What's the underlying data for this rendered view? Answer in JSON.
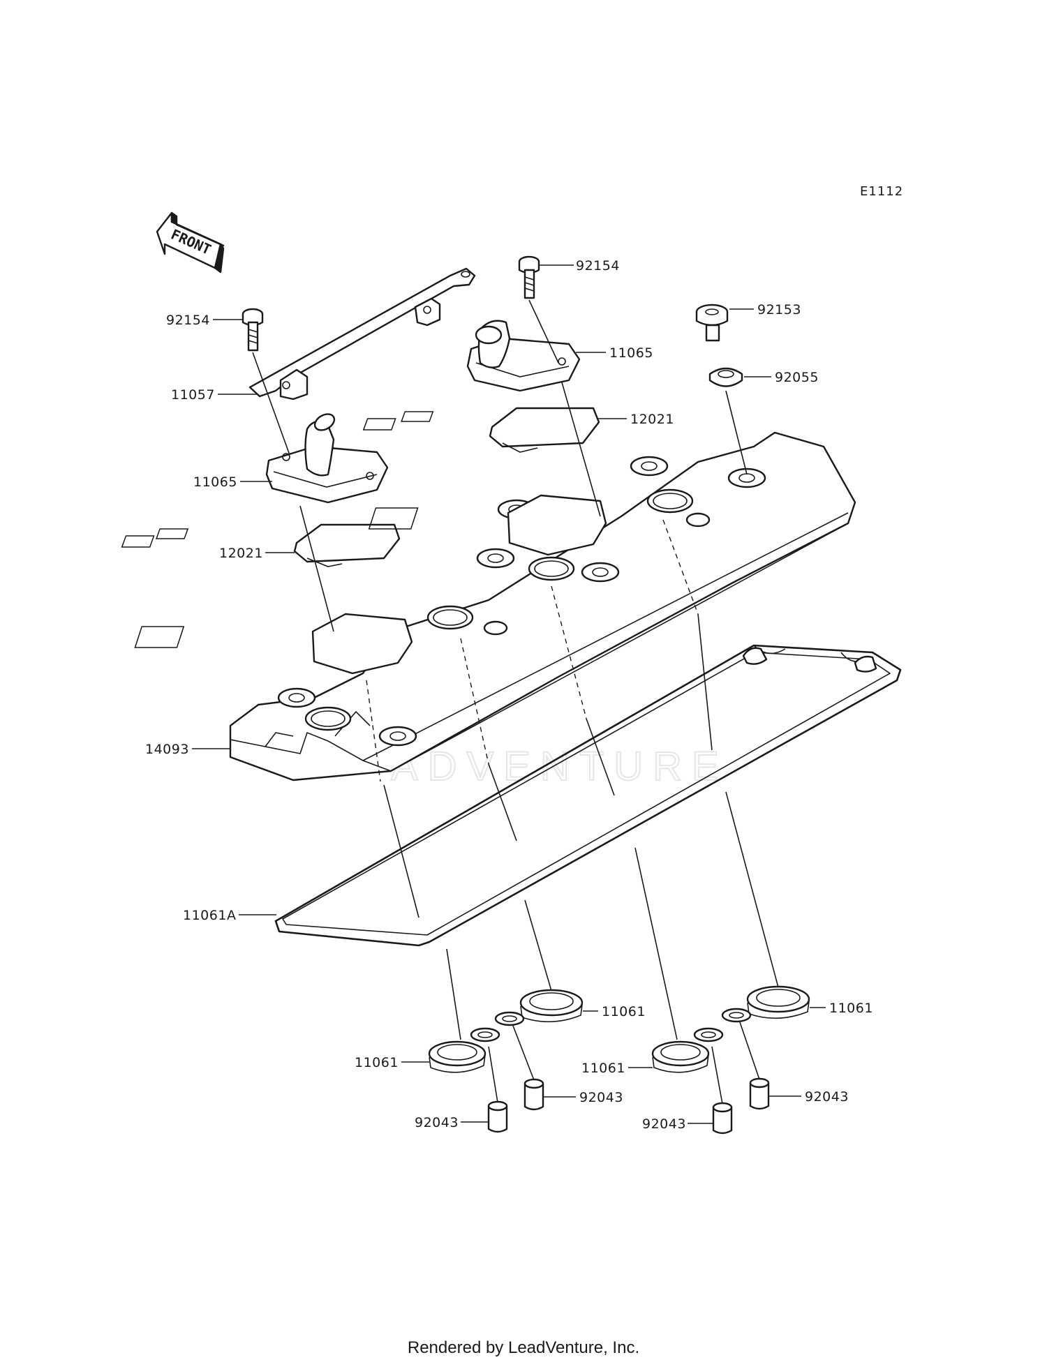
{
  "figure_id": "E1112",
  "front_label": "FRONT",
  "watermark": "ADVENTURE",
  "footer": "Rendered by LeadVenture, Inc.",
  "callouts": {
    "bolt_upper_left": "92154",
    "bolt_upper_right": "92154",
    "bolt_rubber_mount": "92153",
    "washer": "92055",
    "bracket": "11057",
    "breather_cover_left": "11065",
    "breather_cover_right": "11065",
    "reed_valve_left": "12021",
    "reed_valve_right": "12021",
    "cylinder_head_cover": "14093",
    "head_cover_gasket": "11061A",
    "plug_gasket_1": "11061",
    "plug_gasket_2": "11061",
    "plug_gasket_3": "11061",
    "plug_gasket_4": "11061",
    "collar_1": "92043",
    "collar_2": "92043",
    "collar_3": "92043",
    "collar_4": "92043"
  }
}
